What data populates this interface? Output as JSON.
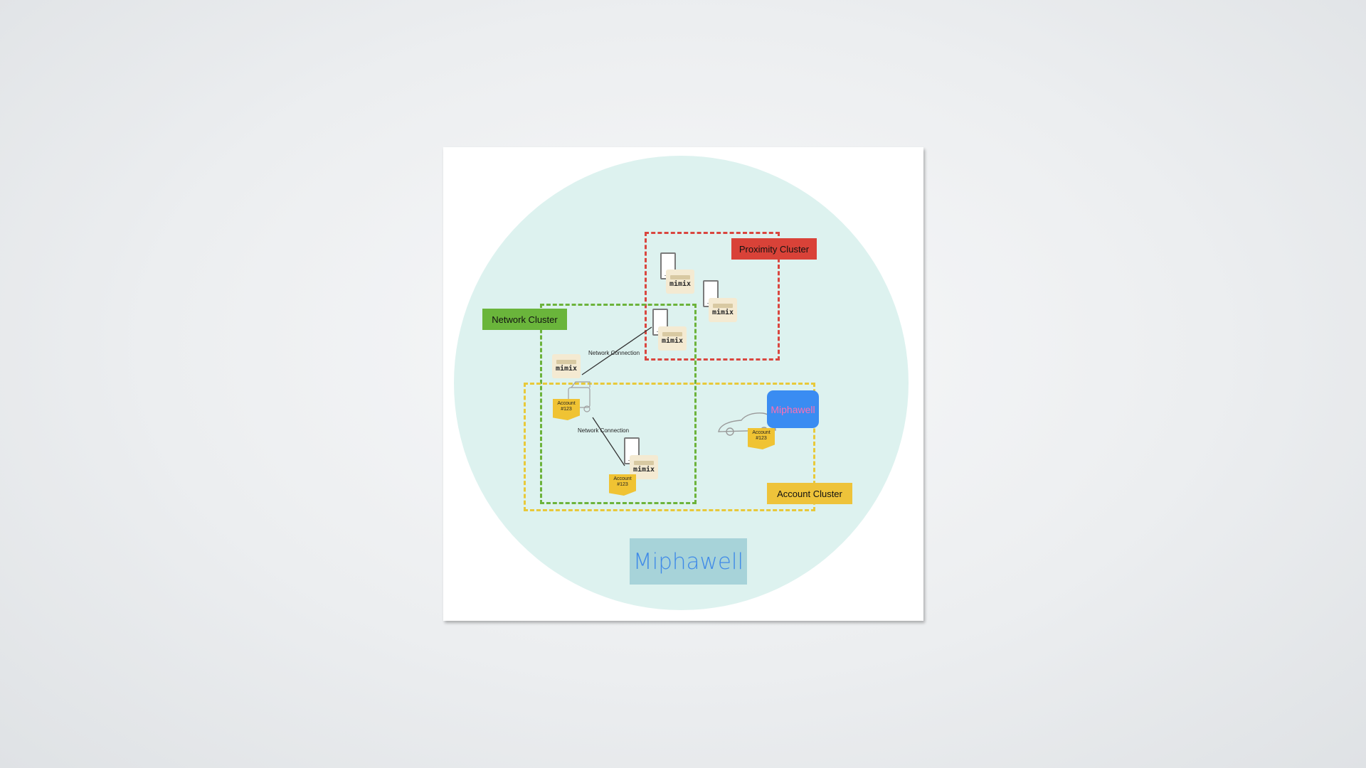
{
  "diagram": {
    "clusters": {
      "proximity": "Proximity Cluster",
      "network": "Network Cluster",
      "account": "Account Cluster"
    },
    "network_connection_label": "Network Connection",
    "device_chip_text": "mimix",
    "account_tag": {
      "line1": "Account",
      "line2": "#123"
    },
    "badge_label": "Miphawell",
    "footer_label": "Miphawell"
  },
  "colors": {
    "proximity": "#d94238",
    "network": "#6ab53b",
    "account": "#eec33a",
    "circle": "#ddf2ef",
    "badge": "#3a8cf2",
    "footer": "#a7d3d9"
  }
}
